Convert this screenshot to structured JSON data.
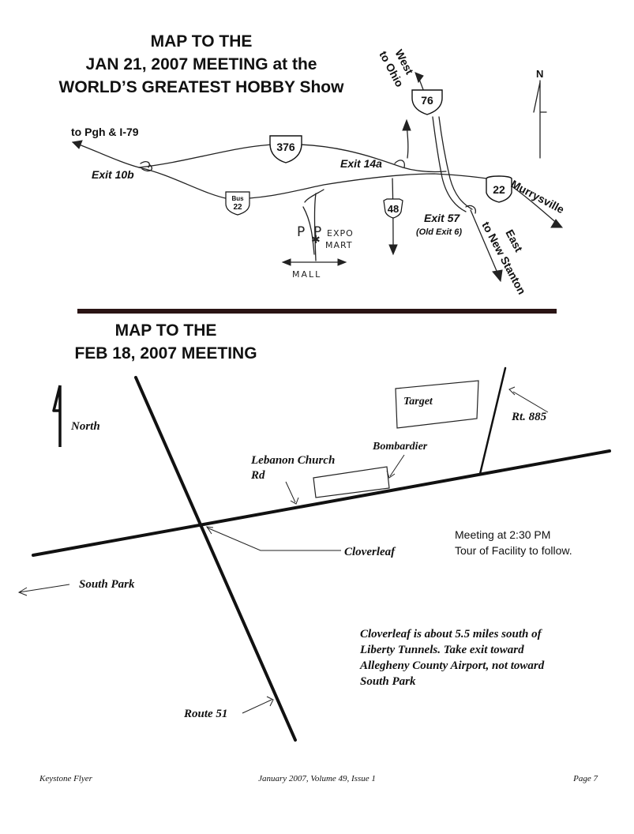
{
  "map1": {
    "title_lines": [
      "MAP TO THE",
      "JAN 21, 2007 MEETING at the",
      "WORLD’S GREATEST HOBBY Show"
    ],
    "north": "N",
    "labels": {
      "west_to_ohio": [
        "West",
        "to Ohio"
      ],
      "to_pgh": "to Pgh & I-79",
      "exit_10b": "Exit 10b",
      "exit_14a": "Exit 14a",
      "exit_57": "Exit 57",
      "old_exit_6": "(Old Exit 6)",
      "murrysville": "Murrysville",
      "east_to_new_stanton": [
        "East",
        "to New Stanton"
      ],
      "expo_mart": [
        "P",
        "P",
        "EXPO",
        "MART"
      ],
      "mall": "MALL"
    },
    "shields": {
      "i76": "76",
      "i376": "376",
      "bus22_top": "Bus",
      "bus22_num": "22",
      "pa48": "48",
      "us22": "22"
    }
  },
  "map2": {
    "title_lines": [
      "MAP TO THE",
      "FEB 18, 2007 MEETING"
    ],
    "labels": {
      "north": "North",
      "target": "Target",
      "rt885": "Rt. 885",
      "bombardier": "Bombardier",
      "lebanon_church": [
        "Lebanon Church",
        "Rd"
      ],
      "cloverleaf": "Cloverleaf",
      "south_park": "South Park",
      "route51": "Route 51"
    },
    "meeting_lines": [
      "Meeting at 2:30 PM",
      "Tour of Facility to follow."
    ],
    "note_lines": [
      "Cloverleaf is about 5.5 miles south of",
      "Liberty Tunnels.  Take exit toward",
      "Allegheny County Airport, not toward",
      "South Park"
    ]
  },
  "footer": {
    "left": "Keystone Flyer",
    "center": "January 2007, Volume 49, Issue 1",
    "right": "Page 7"
  },
  "colors": {
    "ink": "#111111",
    "divider": "#2a1414",
    "background": "#ffffff"
  }
}
